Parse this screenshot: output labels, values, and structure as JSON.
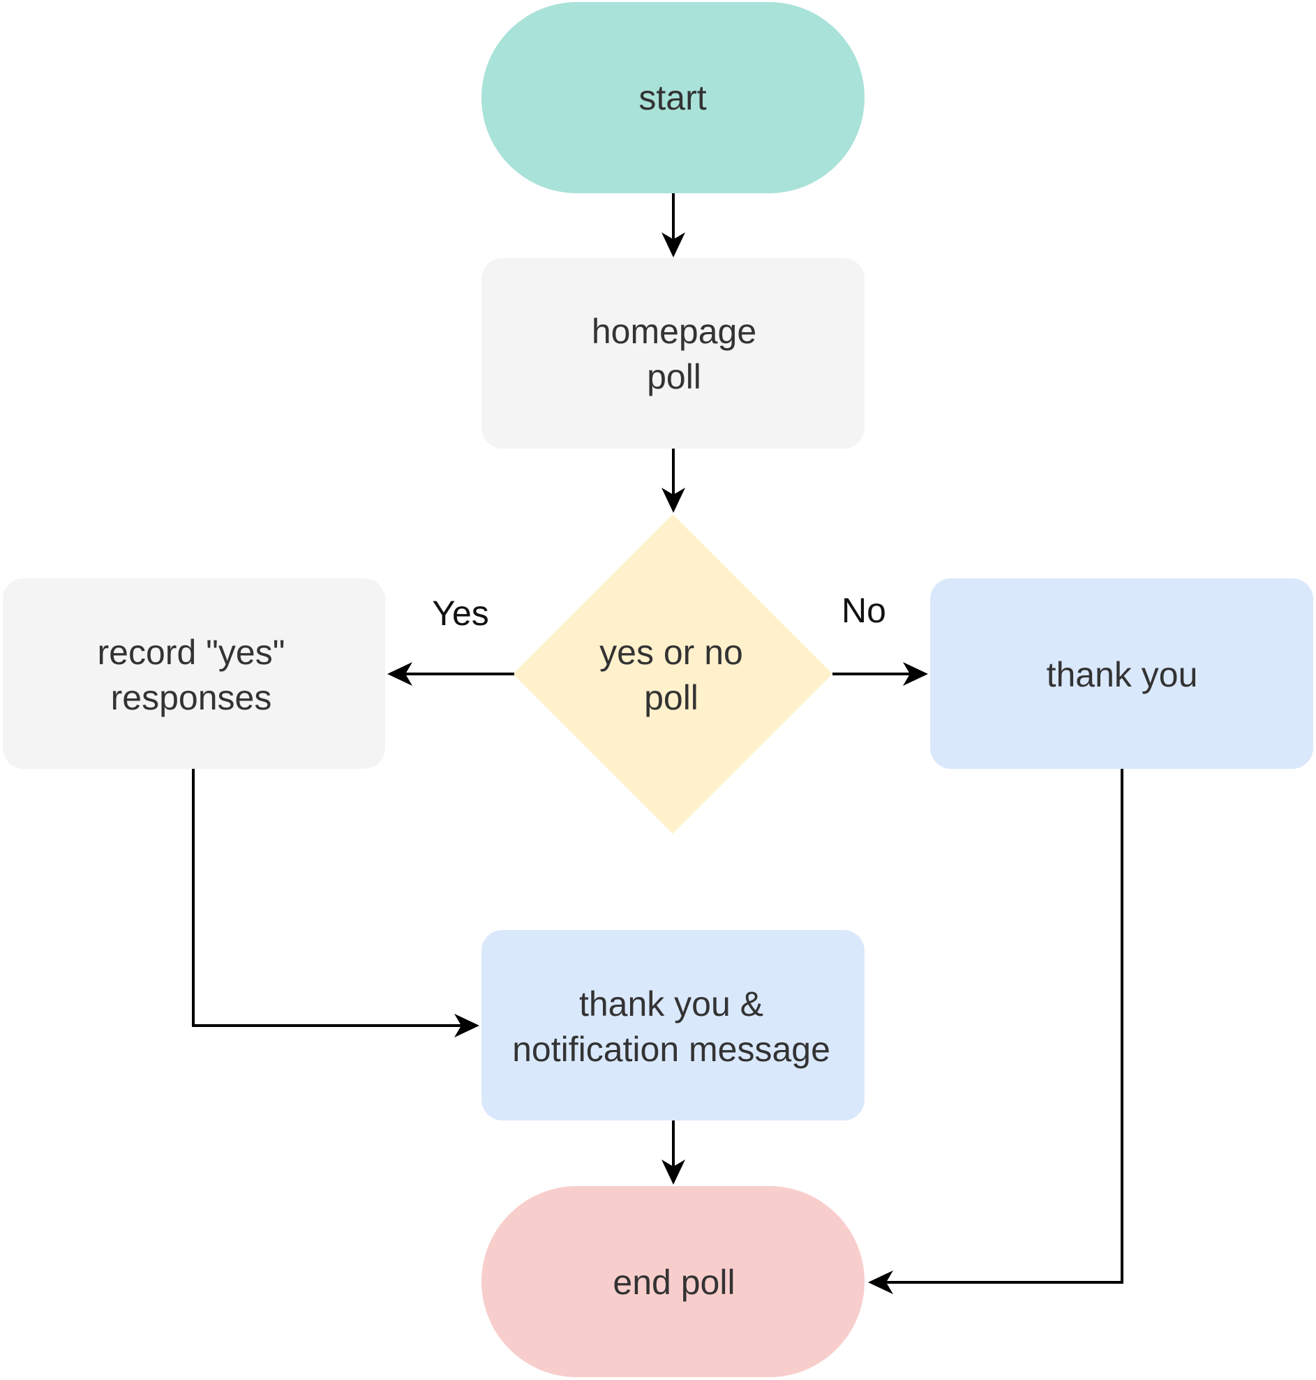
{
  "diagram": {
    "nodes": {
      "start": {
        "label": "start",
        "shape": "terminal",
        "fill": "#a9e2d9"
      },
      "homepage_poll": {
        "lines": [
          "homepage",
          "poll"
        ],
        "shape": "rounded-rect",
        "fill": "#f4f4f4"
      },
      "decision": {
        "lines": [
          "yes or no",
          "poll"
        ],
        "shape": "diamond",
        "fill": "#fff1cc"
      },
      "record_yes": {
        "lines": [
          "record \"yes\"",
          "responses"
        ],
        "shape": "rounded-rect",
        "fill": "#f4f4f4"
      },
      "thank_you": {
        "label": "thank you",
        "shape": "rounded-rect",
        "fill": "#dae8fc"
      },
      "thank_you_notification": {
        "lines": [
          "thank you &",
          "notification message"
        ],
        "shape": "rounded-rect",
        "fill": "#dae8fc"
      },
      "end_poll": {
        "label": "end poll",
        "shape": "terminal",
        "fill": "#f8cecc"
      }
    },
    "edge_labels": {
      "yes": "Yes",
      "no": "No"
    },
    "edges": [
      {
        "from": "start",
        "to": "homepage_poll"
      },
      {
        "from": "homepage_poll",
        "to": "decision"
      },
      {
        "from": "decision",
        "to": "record_yes",
        "label": "Yes"
      },
      {
        "from": "decision",
        "to": "thank_you",
        "label": "No"
      },
      {
        "from": "record_yes",
        "to": "thank_you_notification"
      },
      {
        "from": "thank_you_notification",
        "to": "end_poll"
      },
      {
        "from": "thank_you",
        "to": "end_poll"
      }
    ]
  }
}
